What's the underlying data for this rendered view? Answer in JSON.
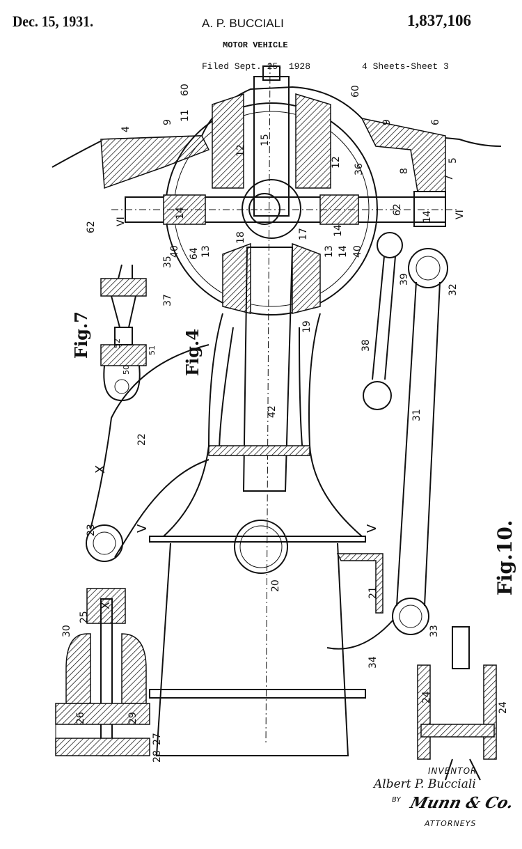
{
  "header": {
    "date": "Dec. 15, 1931.",
    "inventor_name": "A. P. BUCCIALI",
    "patent_number": "1,837,106",
    "title": "MOTOR VEHICLE",
    "filed": "Filed Sept. 25, 1928",
    "sheets": "4 Sheets-Sheet  3"
  },
  "figures": {
    "fig4": "Fig.4",
    "fig7": "Fig.7",
    "fig10": "Fig.10."
  },
  "reference_numerals": [
    "60",
    "60",
    "11",
    "4",
    "9",
    "15",
    "12",
    "12",
    "36",
    "9",
    "6",
    "5",
    "8",
    "7",
    "62",
    "VI",
    "14",
    "14",
    "62",
    "14",
    "VI",
    "18",
    "17",
    "13",
    "40",
    "64",
    "13",
    "14",
    "40",
    "35",
    "39",
    "32",
    "37",
    "19",
    "38",
    "42",
    "22",
    "X",
    "23",
    "31",
    "V",
    "V",
    "20",
    "21",
    "25",
    "X",
    "30",
    "26",
    "29",
    "27",
    "28",
    "34",
    "33",
    "24",
    "24",
    "52",
    "51",
    "50"
  ],
  "signature_block": {
    "inventor_label": "INVENTOR",
    "inventor_signature": "Albert P. Bucciali",
    "by": "BY",
    "attorney_signature": "Munn & Co.",
    "attorneys_label": "ATTORNEYS"
  }
}
